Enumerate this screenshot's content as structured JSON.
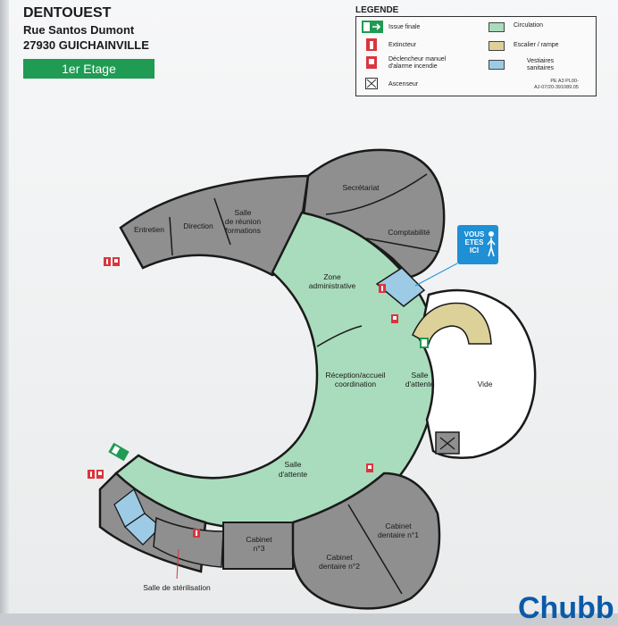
{
  "header": {
    "company": "DENTOUEST",
    "street": "Rue Santos Dumont",
    "city": "27930 GUICHAINVILLE",
    "floor": "1er Etage"
  },
  "legend": {
    "title": "LEGENDE",
    "items_left": [
      "Issue finale",
      "Extincteur",
      "Déclencheur manuel d'alarme incendie",
      "Ascenseur"
    ],
    "items_right": [
      "Circulation",
      "Escalier / rampe",
      "Vestiaires sanitaires"
    ],
    "reference": [
      "PE A3 PL00-",
      "AJ-07/20-391089.05"
    ],
    "colors": {
      "circulation": "#a9dcbc",
      "escalier": "#ddd19a",
      "vestiaires": "#9dcbe6",
      "rooms": "#8f8f8f"
    }
  },
  "rooms": {
    "entretien": "Entretien",
    "direction": "Direction",
    "salle_reunion": [
      "Salle",
      "de réunion",
      "formations"
    ],
    "secretariat": "Secrétariat",
    "comptabilite": "Comptabilité",
    "zone_admin": [
      "Zone",
      "administrative"
    ],
    "reception": [
      "Réception/accueil",
      "coordination"
    ],
    "salle_attente_1": [
      "Salle",
      "d'attente"
    ],
    "vide": "Vide",
    "salle_attente_2": [
      "Salle",
      "d'attente"
    ],
    "cabinet_3": [
      "Cabinet",
      "n°3"
    ],
    "cabinet_2": [
      "Cabinet",
      "dentaire n°2"
    ],
    "cabinet_1": [
      "Cabinet",
      "dentaire n°1"
    ],
    "sterilisation": "Salle de stérilisation"
  },
  "you_are_here": [
    "VOUS",
    "ETES",
    "ICI"
  ],
  "brand": "Chubb"
}
